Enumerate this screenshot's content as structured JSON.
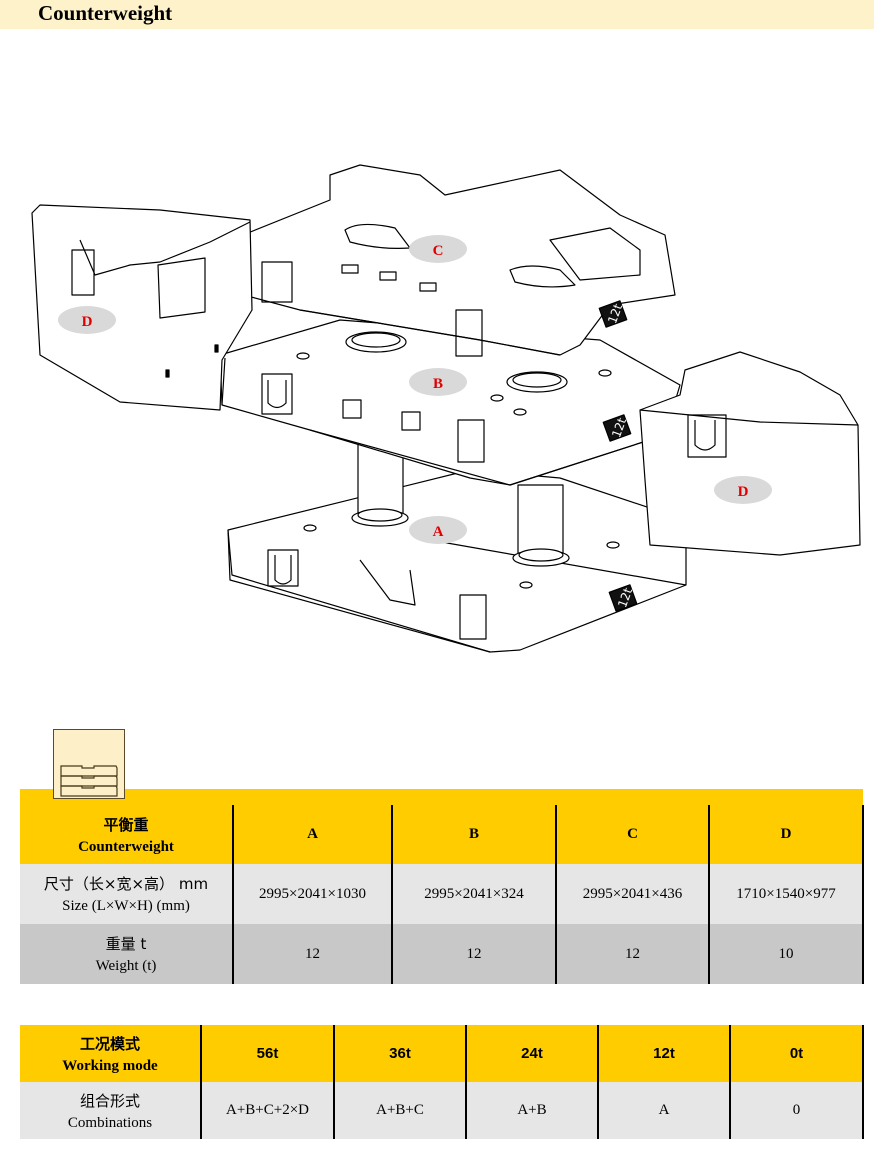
{
  "header": {
    "title": "Counterweight"
  },
  "illustration": {
    "callouts": [
      {
        "id": "C",
        "label": "C"
      },
      {
        "id": "B",
        "label": "B"
      },
      {
        "id": "A",
        "label": "A"
      },
      {
        "id": "D-left",
        "label": "D"
      },
      {
        "id": "D-right",
        "label": "D"
      }
    ],
    "plate_marks": [
      "12t",
      "12t",
      "12t"
    ],
    "callout_fill": "#d9d9d9",
    "callout_text_color": "#e00000"
  },
  "icon": {
    "name": "stacked-plates-icon"
  },
  "counterweight_table": {
    "header": {
      "zh": "平衡重",
      "en": "Counterweight",
      "columns": [
        "A",
        "B",
        "C",
        "D"
      ]
    },
    "rows": [
      {
        "zh": "尺寸（长×宽×高） mm",
        "en": "Size (L×W×H)  (mm)",
        "values": [
          "2995×2041×1030",
          "2995×2041×324",
          "2995×2041×436",
          "1710×1540×977"
        ]
      },
      {
        "zh": "重量  t",
        "en": "Weight  (t)",
        "values": [
          "12",
          "12",
          "12",
          "10"
        ]
      }
    ]
  },
  "mode_table": {
    "header": {
      "zh": "工况模式",
      "en": "Working mode",
      "columns": [
        "56t",
        "36t",
        "24t",
        "12t",
        "0t"
      ]
    },
    "rows": [
      {
        "zh": "组合形式",
        "en": "Combinations",
        "values": [
          "A+B+C+2×D",
          "A+B+C",
          "A+B",
          "A",
          "0"
        ]
      }
    ]
  },
  "colors": {
    "title_bg": "#fef2cb",
    "header_yellow": "#ffcc00",
    "row_light": "#e6e6e6",
    "row_dark": "#c8c8c8"
  }
}
